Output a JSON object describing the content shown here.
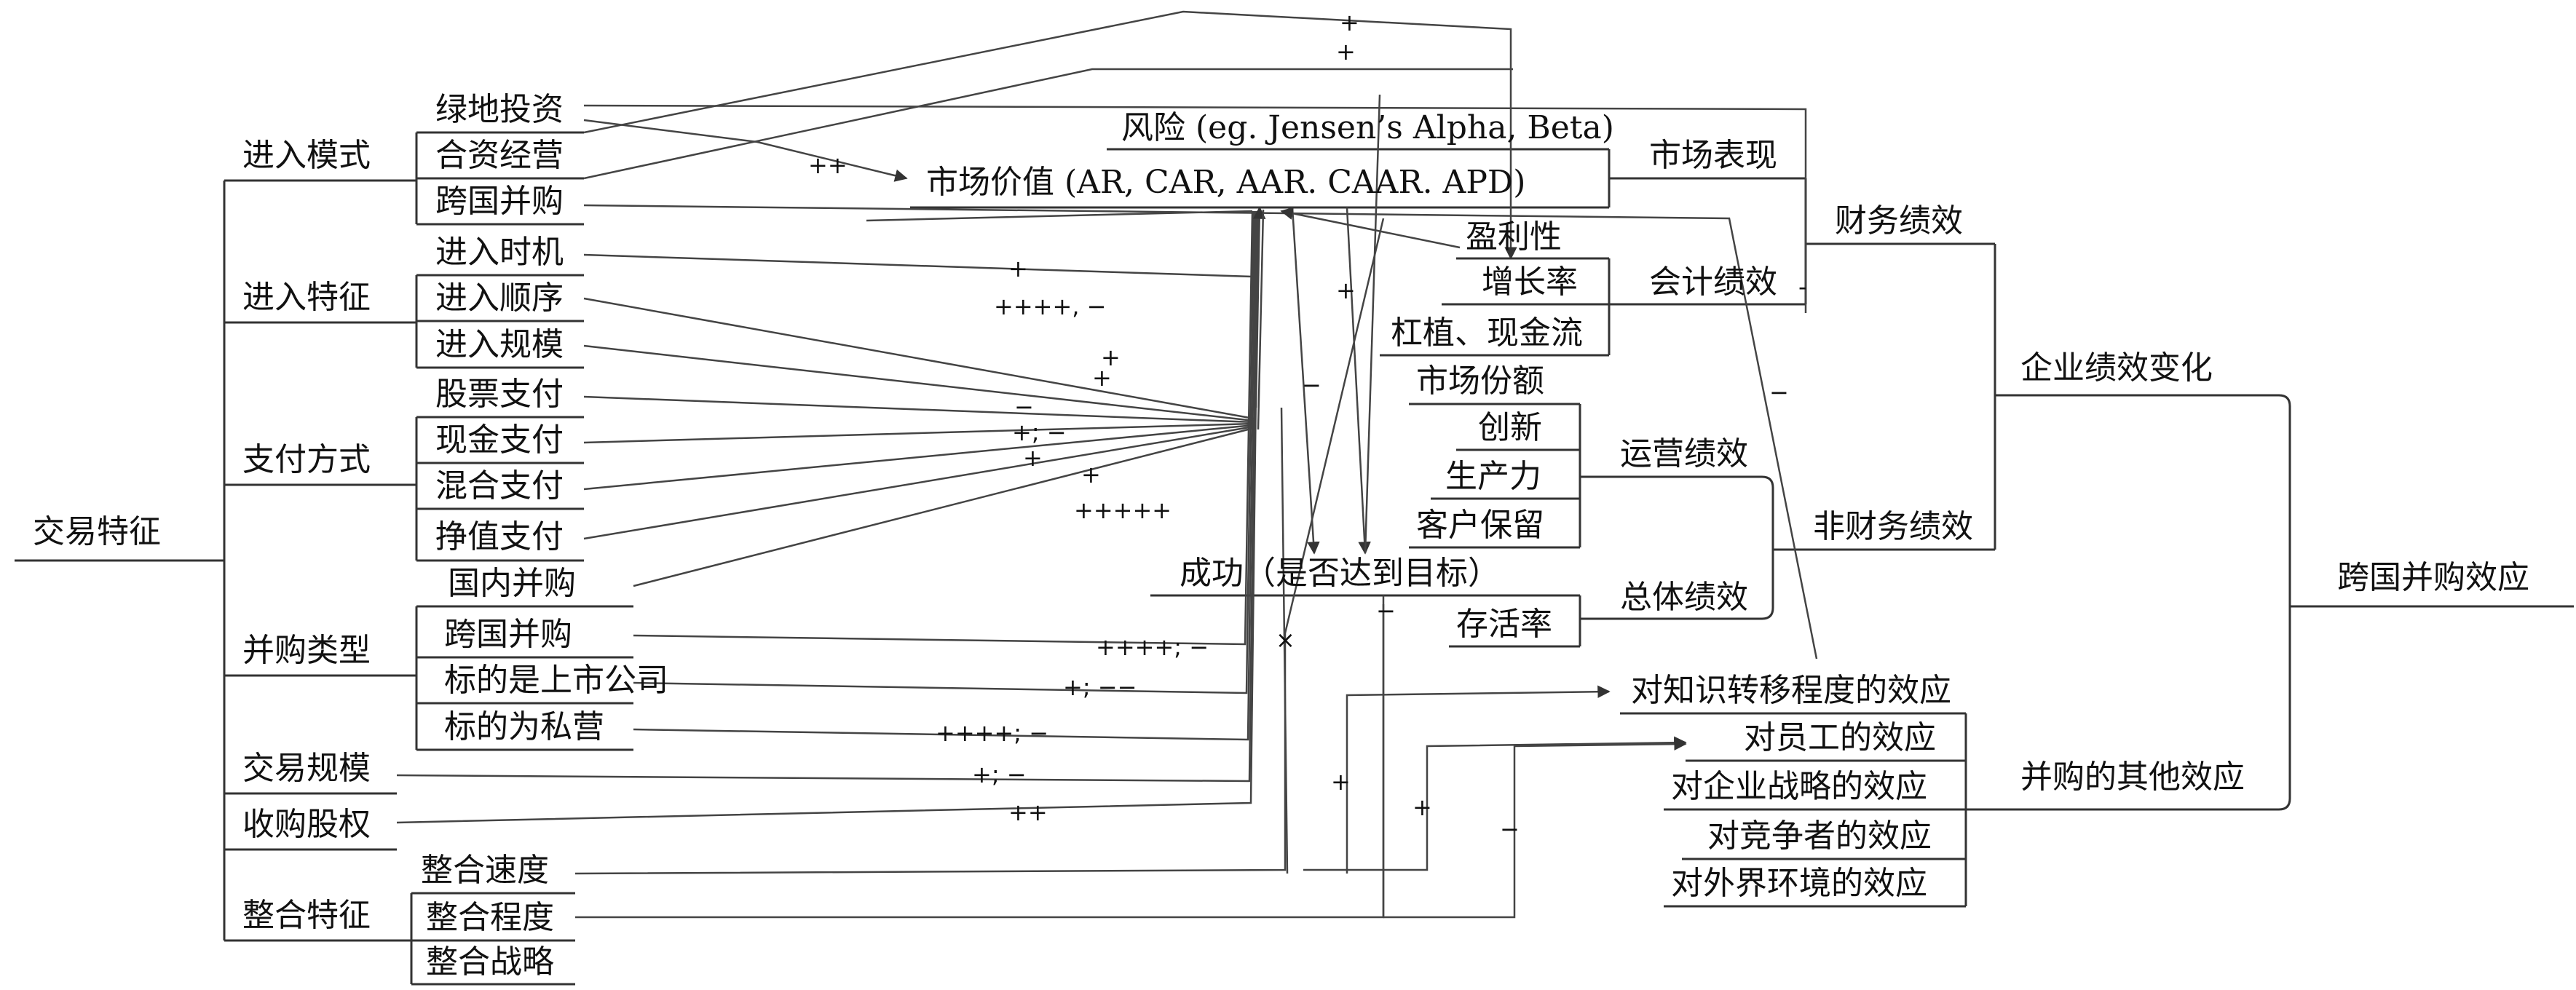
{
  "root": {
    "label": "交易特征"
  },
  "groups": {
    "entry_mode": "进入模式",
    "entry_char": "进入特征",
    "payment": "支付方式",
    "ma_type": "并购类型",
    "deal_size": "交易规模",
    "stake": "收购股权",
    "integration": "整合特征"
  },
  "items": {
    "greenfield": "绿地投资",
    "jv": "合资经营",
    "cbma_mode": "跨国并购",
    "timing": "进入时机",
    "order": "进入顺序",
    "scale": "进入规模",
    "stock": "股票支付",
    "cash": "现金支付",
    "mixed": "混合支付",
    "earnout": "挣值支付",
    "domestic": "国内并购",
    "cbma_type": "跨国并购",
    "listed": "标的是上市公司",
    "private": "标的为私营",
    "speed": "整合速度",
    "degree": "整合程度",
    "strategy": "整合战略"
  },
  "outcomes": {
    "risk": "风险 (eg. Jensen’s Alpha, Beta)",
    "market_value": "市场价值 (AR, CAR, AAR. CAAR. APD)",
    "profitability": "盈利性",
    "growth": "增长率",
    "leverage": "杠植、现金流",
    "market_share": "市场份额",
    "innovation": "创新",
    "productivity": "生产力",
    "retention": "客户保留",
    "success": "成功（是否达到目标）",
    "survival": "存活率",
    "knowledge": "对知识转移程度的效应",
    "employees": "对员工的效应",
    "corp_strategy": "对企业战略的效应",
    "competitors": "对竞争者的效应",
    "environment": "对外界环境的效应"
  },
  "categories": {
    "market_perf": "市场表现",
    "accounting": "会计绩效",
    "operational": "运营绩效",
    "overall": "总体绩效",
    "financial": "财务绩效",
    "nonfinancial": "非财务绩效",
    "corp_perf_change": "企业绩效变化",
    "other_effects": "并购的其他效应",
    "final": "跨国并购效应"
  },
  "signs": {
    "top1": "+",
    "top2": "+",
    "mode_mv": "++",
    "timing": "+",
    "order": "++++, −",
    "scale1": "+",
    "scale2": "+",
    "stock": "−",
    "cash": "+; −",
    "mixed": "+",
    "earnout": "+",
    "domestic": "+++++",
    "cbma_type": "++++; −",
    "listed": "+; −−",
    "private": "++++; −",
    "deal_size": "+; −",
    "stake": "++",
    "mv_down": "−",
    "jv_down": "+",
    "cross": "×",
    "degree_up": "−",
    "speed_knowledge": "+",
    "strategy_employees": "+",
    "degree_employees": "−"
  }
}
